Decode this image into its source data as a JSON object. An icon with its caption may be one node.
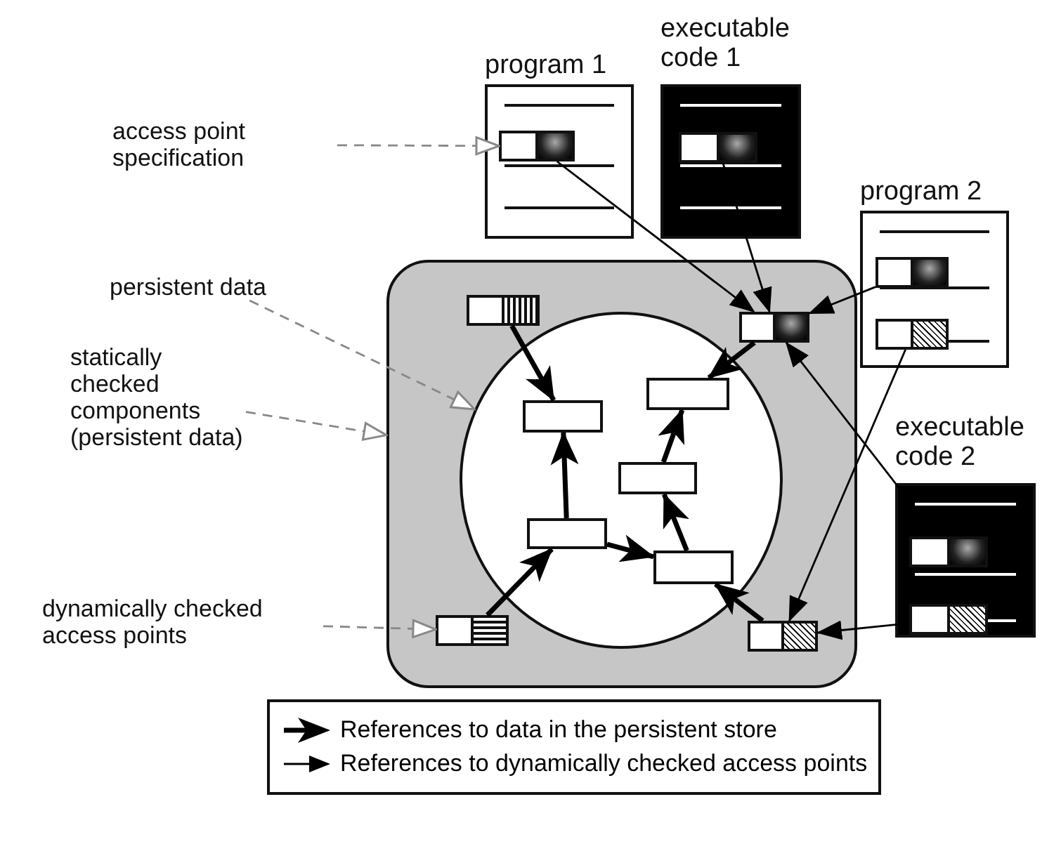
{
  "diagram": {
    "nodes": [
      {
        "text": [
          "program 1"
        ]
      },
      {
        "text": [],
        "shape": "box",
        "in": 0
      },
      {
        "text": [
          "executable code 1"
        ]
      },
      {
        "text": [],
        "shape": "box",
        "in": 2
      },
      {
        "text": [
          "program 2"
        ]
      },
      {
        "text": [],
        "shape": "box",
        "in": 4
      },
      {
        "text": [],
        "shape": "box",
        "in": 4
      },
      {
        "text": [
          "executable code 2"
        ]
      },
      {
        "text": [],
        "shape": "box",
        "in": 7
      },
      {
        "text": [],
        "shape": "box",
        "in": 7
      },
      {
        "text": [],
        "shape": "box"
      },
      {
        "text": [],
        "shape": "box",
        "in": 10
      },
      {
        "text": [],
        "shape": "box",
        "in": 10
      },
      {
        "text": [],
        "shape": "box",
        "in": 10
      },
      {
        "text": [],
        "shape": "box",
        "in": 10
      },
      {
        "text": [],
        "shape": "circle",
        "in": 10
      },
      {
        "text": [],
        "shape": "box",
        "in": 15
      },
      {
        "text": [],
        "shape": "box",
        "in": 15
      },
      {
        "text": [],
        "shape": "box",
        "in": 15
      },
      {
        "text": [],
        "shape": "box",
        "in": 15
      },
      {
        "text": [],
        "shape": "box",
        "in": 15
      },
      {
        "text": [
          "access point specification"
        ]
      },
      {
        "text": [
          "persistent data"
        ]
      },
      {
        "text": [
          "statically checked components (persistent data)"
        ]
      },
      {
        "text": [
          "dynamically checked access points"
        ]
      }
    ],
    "edges": [
      {
        "from": 1,
        "to": 12,
        "arrow": "to"
      },
      {
        "from": 3,
        "to": 12,
        "arrow": "to"
      },
      {
        "from": 5,
        "to": 12,
        "arrow": "to"
      },
      {
        "from": 8,
        "to": 12,
        "arrow": "to"
      },
      {
        "from": 6,
        "to": 14,
        "arrow": "to"
      },
      {
        "from": 9,
        "to": 14,
        "arrow": "to"
      },
      {
        "from": 11,
        "to": 16,
        "arrow": "to",
        "style": "thick"
      },
      {
        "from": 12,
        "to": 17,
        "arrow": "to",
        "style": "thick"
      },
      {
        "from": 13,
        "to": 19,
        "arrow": "to",
        "style": "thick"
      },
      {
        "from": 19,
        "to": 16,
        "arrow": "to",
        "style": "thick"
      },
      {
        "from": 19,
        "to": 20,
        "arrow": "to",
        "style": "thick"
      },
      {
        "from": 20,
        "to": 18,
        "arrow": "to",
        "style": "thick"
      },
      {
        "from": 18,
        "to": 17,
        "arrow": "to",
        "style": "thick"
      },
      {
        "from": 14,
        "to": 20,
        "arrow": "to",
        "style": "thick"
      },
      {
        "from": 21,
        "to": 1,
        "arrow": "to",
        "style": "dashed",
        "color": "#888888"
      },
      {
        "from": 22,
        "to": 15,
        "arrow": "to",
        "style": "dashed",
        "color": "#888888"
      },
      {
        "from": 23,
        "to": 10,
        "arrow": "to",
        "style": "dashed",
        "color": "#888888"
      },
      {
        "from": 24,
        "to": 13,
        "arrow": "to",
        "style": "dashed",
        "color": "#888888"
      }
    ],
    "legend": [
      {
        "text": "References to data in the persistent store"
      },
      {
        "text": "References to dynamically checked access points"
      }
    ]
  }
}
